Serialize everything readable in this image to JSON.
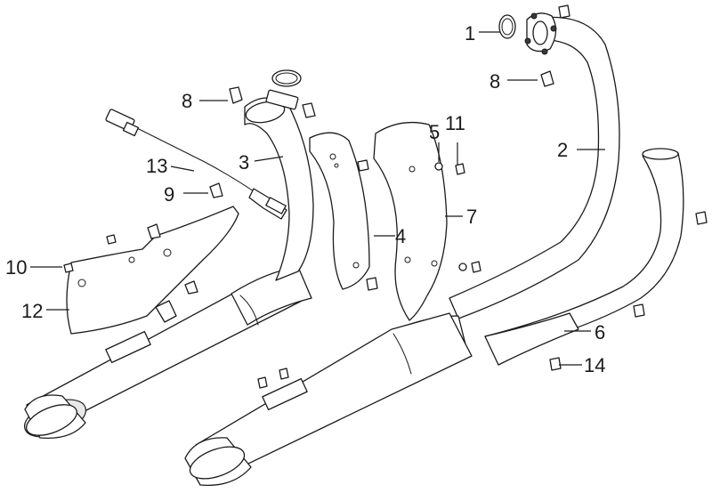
{
  "diagram": {
    "callouts": [
      {
        "id": "c1",
        "number": "1"
      },
      {
        "id": "c2",
        "number": "2"
      },
      {
        "id": "c3",
        "number": "3"
      },
      {
        "id": "c4",
        "number": "4"
      },
      {
        "id": "c5",
        "number": "5"
      },
      {
        "id": "c6",
        "number": "6"
      },
      {
        "id": "c7",
        "number": "7"
      },
      {
        "id": "c8a",
        "number": "8"
      },
      {
        "id": "c8b",
        "number": "8"
      },
      {
        "id": "c9",
        "number": "9"
      },
      {
        "id": "c10",
        "number": "10"
      },
      {
        "id": "c11",
        "number": "11"
      },
      {
        "id": "c12",
        "number": "12"
      },
      {
        "id": "c13",
        "number": "13"
      },
      {
        "id": "c14",
        "number": "14"
      }
    ],
    "colors": {
      "line": "#1a1a1a",
      "background": "#ffffff",
      "shade": "#e9e9e9"
    }
  }
}
